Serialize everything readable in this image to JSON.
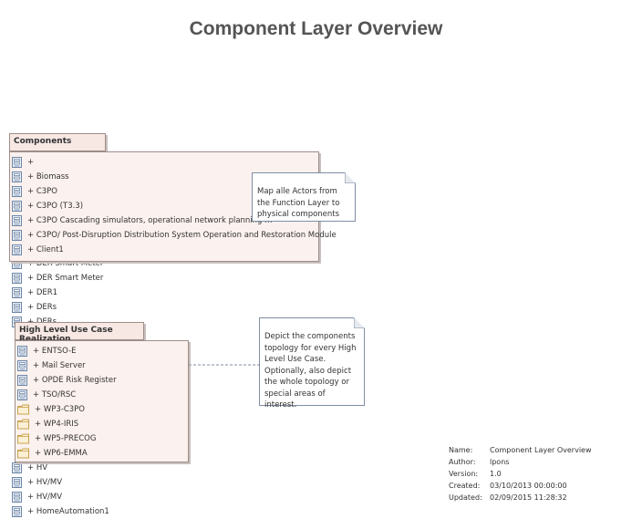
{
  "diagram": {
    "title": "Component Layer Overview"
  },
  "outer_list": [
    "+ DER Smart Meter",
    "+ DER Smart Meter",
    "+ DER1",
    "+ DERs",
    "+ DERs",
    "+ HV",
    "+ HV/MV",
    "+ HV/MV",
    "+ HomeAutomation1"
  ],
  "components_package": {
    "name": "Components",
    "items": [
      "+",
      "+ Biomass",
      "+ C3PO",
      "+ C3PO (T3.3)",
      "+ C3PO Cascading simulators, operational network planning m",
      "+ C3PO/ Post-Disruption Distribution System Operation and Restoration Module",
      "+ Client1"
    ]
  },
  "realization_package": {
    "name": "High Level Use Case Realization",
    "items": [
      {
        "label": "+ ENTSO-E",
        "kind": "component"
      },
      {
        "label": "+ Mail Server",
        "kind": "component"
      },
      {
        "label": "+ OPDE Risk Register",
        "kind": "component"
      },
      {
        "label": "+ TSO/RSC",
        "kind": "component"
      },
      {
        "label": "+ WP3-C3PO",
        "kind": "folder"
      },
      {
        "label": "+ WP4-IRIS",
        "kind": "folder"
      },
      {
        "label": "+ WP5-PRECOG",
        "kind": "folder"
      },
      {
        "label": "+ WP6-EMMA",
        "kind": "folder"
      }
    ]
  },
  "notes": {
    "actors_note": "Map alle Actors from the Function Layer to physical components",
    "topology_note": "Depict the components topology for every High Level Use Case. Optionally, also depict the whole topology or special areas of interest."
  },
  "metadata": [
    {
      "key": "Name:",
      "value": "Component Layer Overview"
    },
    {
      "key": "Author:",
      "value": "lpons"
    },
    {
      "key": "Version:",
      "value": "1.0"
    },
    {
      "key": "Created:",
      "value": "03/10/2013 00:00:00"
    },
    {
      "key": "Updated:",
      "value": "02/09/2015 11:28:32"
    }
  ],
  "colors": {
    "package_fill": "#fbf1ee",
    "package_border": "#9e8e8a",
    "note_border": "#7f8fa3",
    "component_icon": "#6d86a8",
    "folder_icon": "#c9a24a"
  }
}
